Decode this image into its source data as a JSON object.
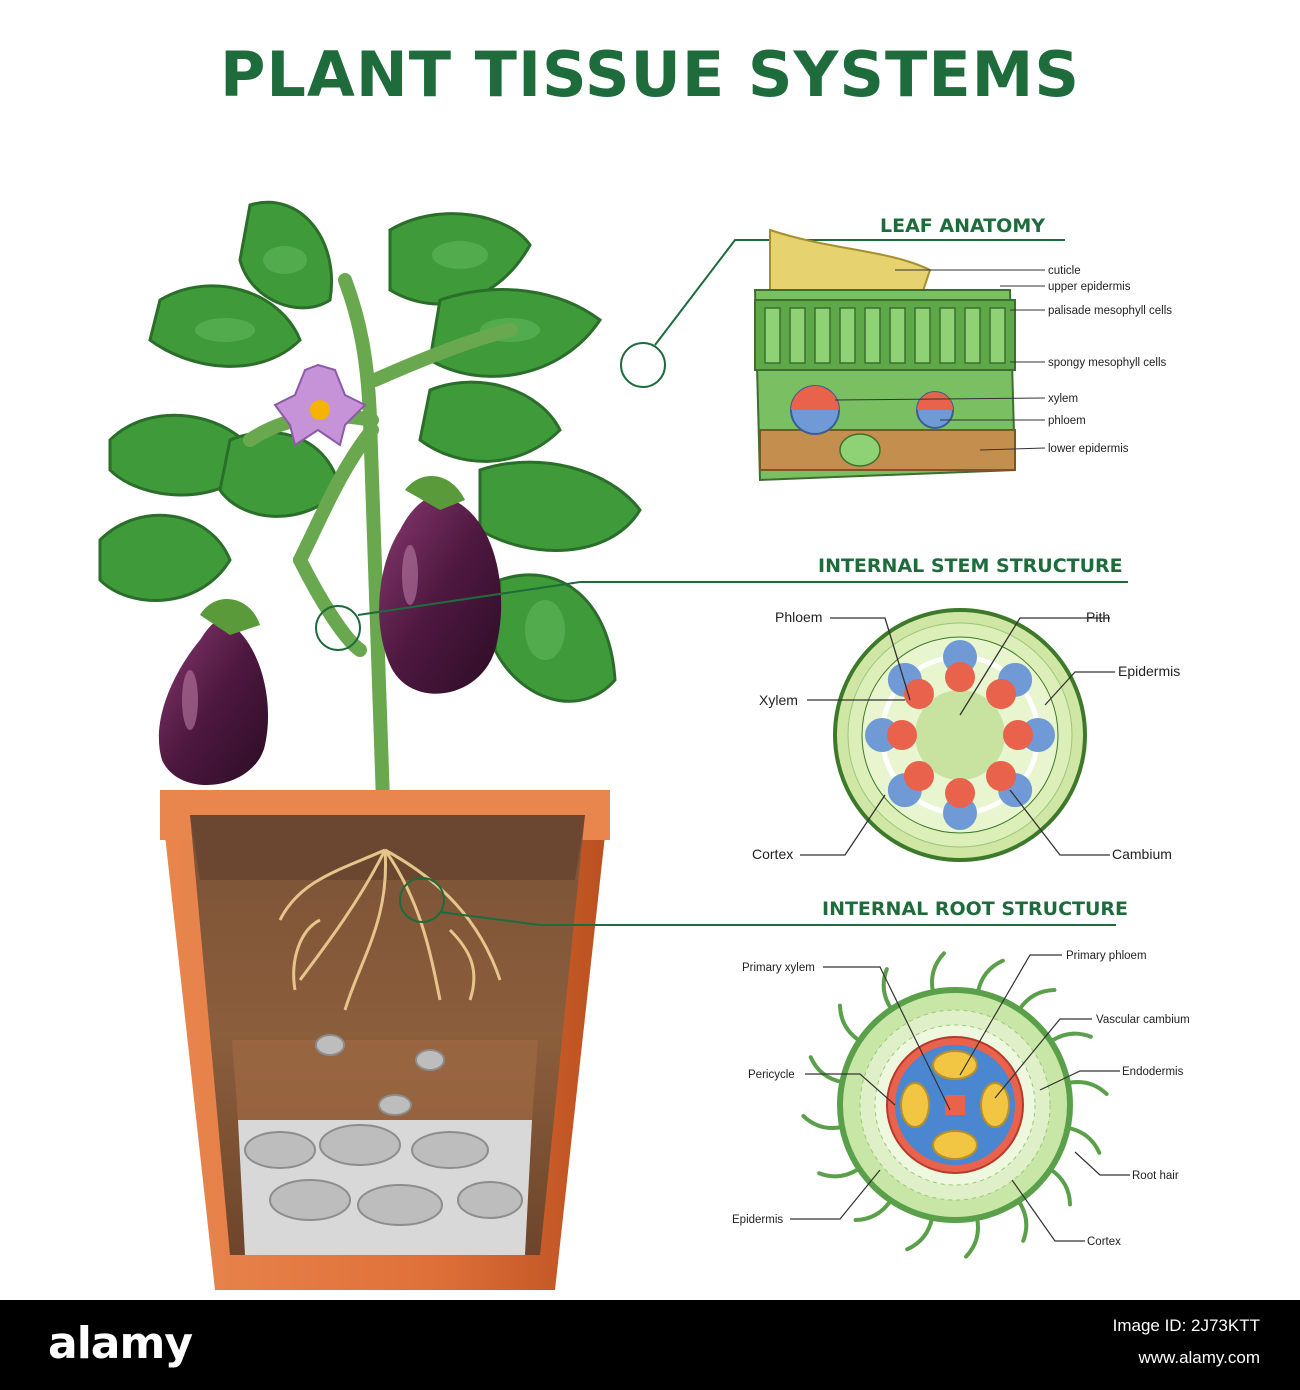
{
  "title": "PLANT TISSUE SYSTEMS",
  "leaf": {
    "title": "LEAF ANATOMY",
    "labels": [
      "cuticle",
      "upper epidermis",
      "palisade mesophyll cells",
      "spongy mesophyll cells",
      "xylem",
      "phloem",
      "lower epidermis"
    ]
  },
  "stem": {
    "title": "INTERNAL STEM STRUCTURE",
    "labels": {
      "phloem": "Phloem",
      "pith": "Pith",
      "epidermis": "Epidermis",
      "xylem": "Xylem",
      "cortex": "Cortex",
      "cambium": "Cambium"
    }
  },
  "root": {
    "title": "INTERNAL ROOT STRUCTURE",
    "labels": {
      "primary_xylem": "Primary xylem",
      "primary_phloem": "Primary phloem",
      "vascular_cambium": "Vascular cambium",
      "pericycle": "Pericycle",
      "endodermis": "Endodermis",
      "root_hair": "Root hair",
      "epidermis": "Epidermis",
      "cortex": "Cortex"
    }
  },
  "footer": {
    "brand": "alamy",
    "image_id": "Image ID: 2J73KTT",
    "url": "www.alamy.com"
  },
  "colors": {
    "title": "#1e6b3c",
    "leaf_green": "#3f9b3a",
    "eggplant": "#4a1d3d",
    "pot": "#e0703a",
    "xylem": "#e8624c",
    "phloem": "#6f9ad6"
  }
}
